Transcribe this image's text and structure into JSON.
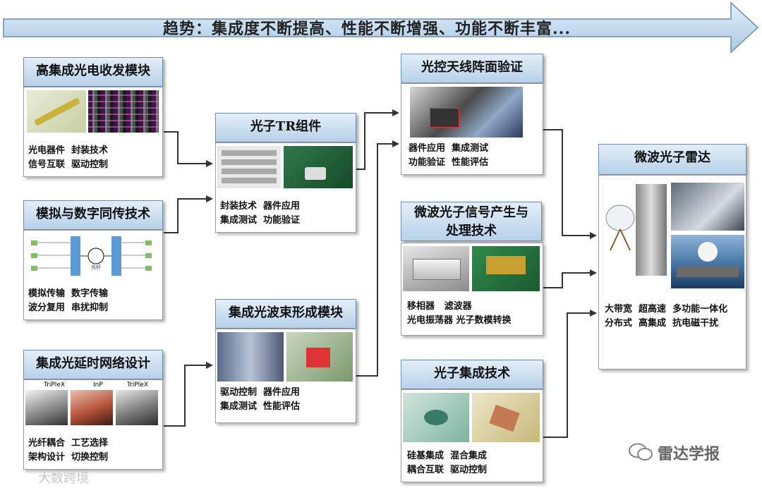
{
  "trend": {
    "text": "趋势：集成度不断提高、性能不断增强、功能不断丰富..."
  },
  "modules": {
    "hi_integration": {
      "title": "高集成光电收发模块",
      "lines": [
        "光电器件  封装技术",
        "信号互联  驱动控制"
      ]
    },
    "analog_digital": {
      "title": "模拟与数字同传技术",
      "lines": [
        "模拟传输  数字传输",
        "波分复用  串扰抑制"
      ],
      "fiber_label": "光纤"
    },
    "delay_network": {
      "title": "集成光延时网络设计",
      "lines": [
        "光纤耦合  工艺选择",
        "架构设计  切换控制"
      ],
      "chip_labels": [
        "TriPleX",
        "InP",
        "TriPleX"
      ]
    },
    "tr_module": {
      "title": "光子TR组件",
      "lines": [
        "封装技术  器件应用",
        "集成测试  功能验证"
      ]
    },
    "beamforming": {
      "title": "集成光波束形成模块",
      "lines": [
        "驱动控制  器件应用",
        "集成测试  性能评估"
      ]
    },
    "antenna": {
      "title": "光控天线阵面验证",
      "lines": [
        "器件应用  集成测试",
        "功能验证  性能评估"
      ]
    },
    "signal_gen": {
      "title_line1": "微波光子信号产生与",
      "title_line2": "处理技术",
      "lines": [
        "移相器   滤波器",
        "光电振荡器 光子数模转换"
      ]
    },
    "photonic_integration": {
      "title": "光子集成技术",
      "lines": [
        "硅基集成  混合集成",
        "耦合互联  驱动控制"
      ]
    },
    "radar": {
      "title": "微波光子雷达",
      "lines": [
        "大带宽  超高速  多功能一体化",
        "分布式  高集成  抗电磁干扰"
      ]
    }
  },
  "footer": {
    "right": "雷达学报",
    "left": "大数跨境"
  },
  "colors": {
    "title_fill": "#b7d1ea",
    "arrow_fill": "#b9d3ea",
    "connector": "#333333"
  }
}
